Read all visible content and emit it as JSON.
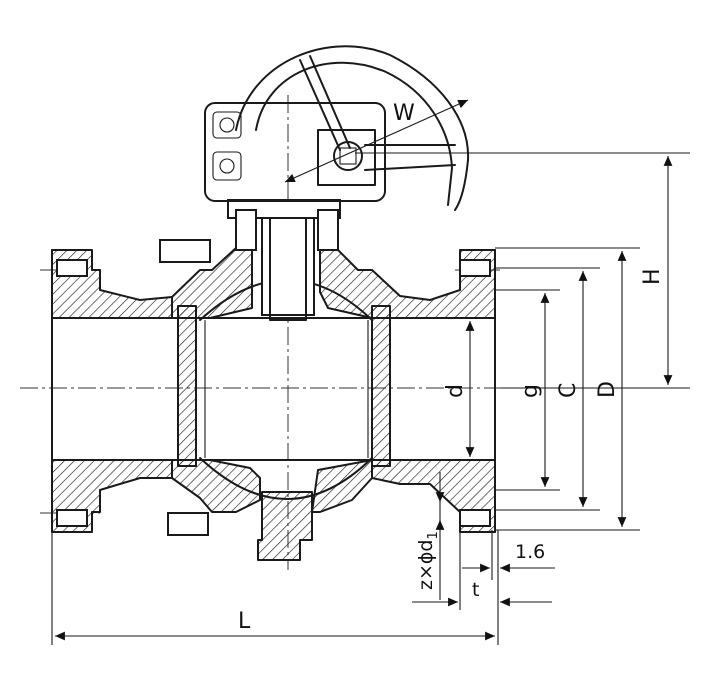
{
  "labels": {
    "W": "W",
    "H": "H",
    "d": "d",
    "g": "g",
    "C": "C",
    "D": "D",
    "L": "L",
    "bolt_holes": "z×ϕd",
    "bolt_holes_sub": "1",
    "raised_face": "1.6",
    "t": "t"
  }
}
